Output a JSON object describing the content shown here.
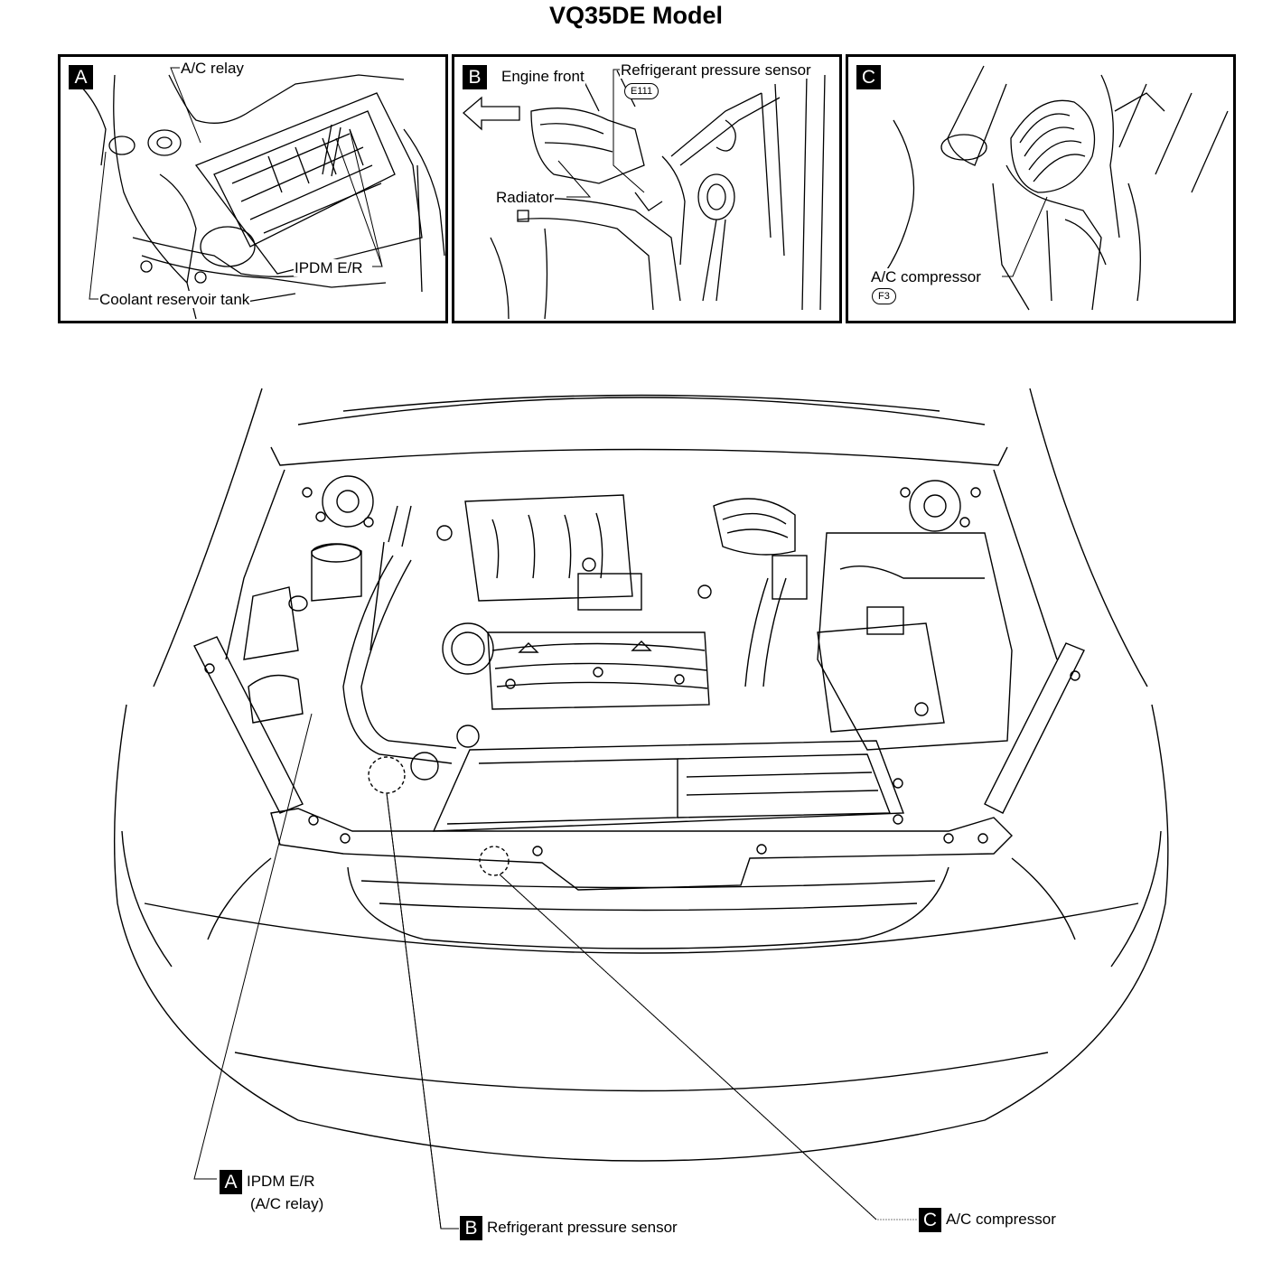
{
  "title": "VQ35DE Model",
  "panels": [
    {
      "badge": "A",
      "labels": {
        "ac_relay": "A/C relay",
        "ipdm": "IPDM E/R",
        "coolant": "Coolant reservoir tank"
      }
    },
    {
      "badge": "B",
      "labels": {
        "engine_front": "Engine front",
        "refrigerant": "Refrigerant pressure sensor",
        "radiator": "Radiator"
      },
      "connector": "E111"
    },
    {
      "badge": "C",
      "labels": {
        "compressor": "A/C compressor"
      },
      "connector": "F3"
    }
  ],
  "callouts": [
    {
      "badge": "A",
      "line1": "IPDM E/R",
      "line2": "(A/C relay)"
    },
    {
      "badge": "B",
      "line1": "Refrigerant pressure sensor"
    },
    {
      "badge": "C",
      "line1": "A/C compressor"
    }
  ]
}
